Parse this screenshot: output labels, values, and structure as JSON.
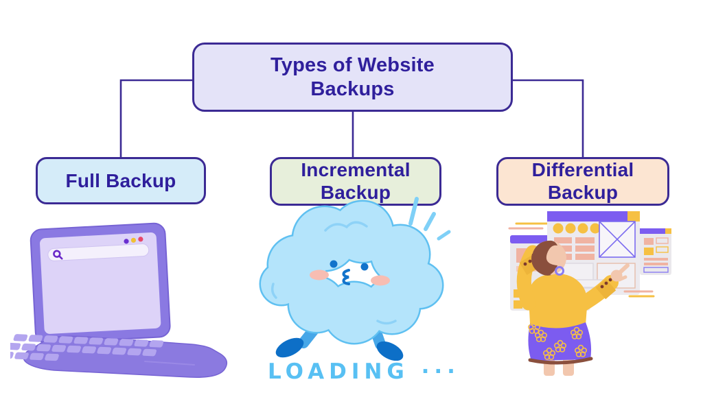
{
  "diagram": {
    "title": "Types of Website Backups",
    "nodes": [
      {
        "id": "full-backup",
        "label": "Full Backup",
        "fill": "#d5ecf9"
      },
      {
        "id": "incremental-backup",
        "label": "Incremental Backup",
        "fill": "#e7efdb"
      },
      {
        "id": "differential-backup",
        "label": "Differential Backup",
        "fill": "#fce5d2"
      }
    ],
    "title_box_fill": "#e4e3f8",
    "outline_color": "#3b2a94",
    "text_color": "#2f1f9c"
  },
  "illustrations": {
    "cloud": {
      "loading_caption": "LOADING ···"
    },
    "icons": {
      "search": "magnifier",
      "window_dots": "browser-traffic-light-dots",
      "image_placeholder": "crossed-box"
    },
    "colors": {
      "cloud_blue": "#b4e4fb",
      "cloud_outline": "#5fc0f1",
      "loading_blue": "#58c0f3",
      "laptop_purple": "#8b7ae0",
      "ui_purple": "#7c5cf0",
      "accent_yellow": "#f6c043",
      "accent_salmon": "#f0b3a2"
    }
  }
}
